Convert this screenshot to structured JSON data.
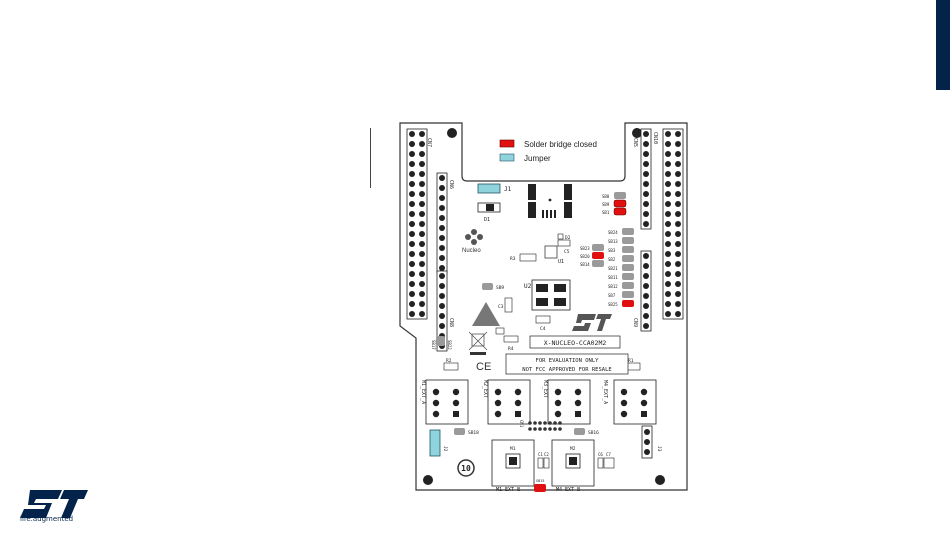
{
  "legend": {
    "solder_bridge_closed": "Solder bridge closed",
    "jumper": "Jumper"
  },
  "colors": {
    "solder_bridge_closed": "#e01010",
    "jumper": "#8fd3dc",
    "open_bridge": "#9a9a9a",
    "brand": "#03234b"
  },
  "labels": {
    "cn7": "CN7",
    "cn6": "CN6",
    "cn8": "CN8",
    "cn5": "CN5",
    "cn10": "CN10",
    "cn9": "CN9",
    "j1": "J1",
    "d1": "D1",
    "d2": "D2",
    "c5": "C5",
    "u1": "U1",
    "u2": "U2",
    "r3": "R3",
    "r2": "R2",
    "r1": "R1",
    "r4": "R4",
    "c3": "C3",
    "c4": "C4",
    "c1": "C1",
    "c2": "C2",
    "c6": "C6",
    "c7": "C7",
    "nucleo": "Nucleo",
    "board_name": "X-NUCLEO-CCA02M2",
    "eval_line1": "FOR EVALUATION ONLY",
    "eval_line2": "NOT FCC APPROVED FOR RESALE",
    "m1_ext_a": "M1_EXT_A",
    "m2_ext": "M2_EXT",
    "m3_ext": "M3_EXT",
    "m4_ext_a": "M4_EXT_A",
    "m1_ext_b": "M1 EXT B",
    "m4_ext_b": "M4 EXT B",
    "mic1": "M1",
    "mic2": "M2",
    "cn1": "CN1",
    "j2": "J2",
    "j3": "J3",
    "ce": "CE",
    "number": "10",
    "sb_left": "SB18",
    "sb_right": "SB16",
    "sb_bottom": "SB15",
    "sb_small": "SB9",
    "sb_l2": "SB17",
    "sb_l3": "SB22"
  },
  "sb_top": [
    "SB8",
    "SB9",
    "SB1"
  ],
  "sb_right": [
    "SB24",
    "SB13",
    "SB3",
    "SB2",
    "SB21",
    "SB11",
    "SB12",
    "SB7",
    "SB25"
  ],
  "sb_mid": [
    "SB23",
    "SB20",
    "SB14"
  ],
  "tagline": "life.augmented"
}
